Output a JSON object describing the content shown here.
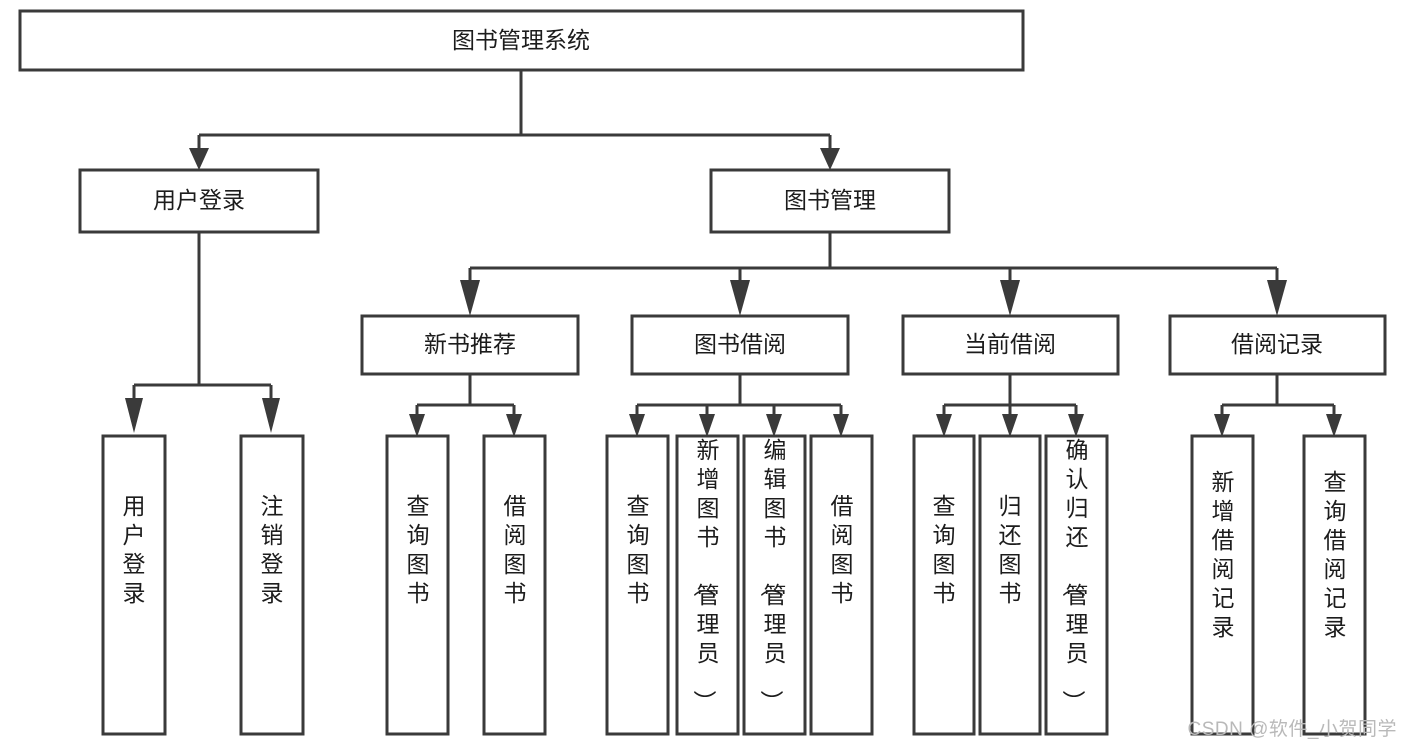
{
  "diagram": {
    "title": "图书管理系统",
    "type": "tree-hierarchy",
    "watermark": "CSDN @软件_小贺同学",
    "colors": {
      "box_stroke": "#3a3a3a",
      "box_fill": "#ffffff",
      "text": "#1c1c1c",
      "connector": "#3a3a3a",
      "watermark": "#b9b9b9",
      "background": "#ffffff"
    },
    "levels": {
      "level0": [
        {
          "id": "root",
          "label": "图书管理系统",
          "orientation": "horizontal"
        }
      ],
      "level1": [
        {
          "id": "user-login",
          "label": "用户登录",
          "orientation": "horizontal",
          "parent": "root"
        },
        {
          "id": "book-manage",
          "label": "图书管理",
          "orientation": "horizontal",
          "parent": "root"
        }
      ],
      "level2": [
        {
          "id": "new-book-rec",
          "label": "新书推荐",
          "orientation": "horizontal",
          "parent": "book-manage"
        },
        {
          "id": "book-borrow",
          "label": "图书借阅",
          "orientation": "horizontal",
          "parent": "book-manage"
        },
        {
          "id": "current-borrow",
          "label": "当前借阅",
          "orientation": "horizontal",
          "parent": "book-manage"
        },
        {
          "id": "borrow-record",
          "label": "借阅记录",
          "orientation": "horizontal",
          "parent": "book-manage"
        }
      ],
      "level3": [
        {
          "id": "leaf-user-login",
          "label": "用户登录",
          "orientation": "vertical",
          "parent": "user-login"
        },
        {
          "id": "leaf-user-logout",
          "label": "注销登录",
          "orientation": "vertical",
          "parent": "user-login"
        },
        {
          "id": "leaf-rec-query",
          "label": "查询图书",
          "orientation": "vertical",
          "parent": "new-book-rec"
        },
        {
          "id": "leaf-rec-borrow",
          "label": "借阅图书",
          "orientation": "vertical",
          "parent": "new-book-rec"
        },
        {
          "id": "leaf-borrow-query",
          "label": "查询图书",
          "orientation": "vertical",
          "parent": "book-borrow"
        },
        {
          "id": "leaf-borrow-add",
          "label": "新增图书（管理员）",
          "orientation": "vertical",
          "parent": "book-borrow"
        },
        {
          "id": "leaf-borrow-edit",
          "label": "编辑图书（管理员）",
          "orientation": "vertical",
          "parent": "book-borrow"
        },
        {
          "id": "leaf-borrow-lend",
          "label": "借阅图书",
          "orientation": "vertical",
          "parent": "book-borrow"
        },
        {
          "id": "leaf-cur-query",
          "label": "查询图书",
          "orientation": "vertical",
          "parent": "current-borrow"
        },
        {
          "id": "leaf-cur-return",
          "label": "归还图书",
          "orientation": "vertical",
          "parent": "current-borrow"
        },
        {
          "id": "leaf-cur-confirm",
          "label": "确认归还（管理员）",
          "orientation": "vertical",
          "parent": "current-borrow"
        },
        {
          "id": "leaf-rec-add",
          "label": "新增借阅记录",
          "orientation": "vertical",
          "parent": "borrow-record"
        },
        {
          "id": "leaf-rec-search",
          "label": "查询借阅记录",
          "orientation": "vertical",
          "parent": "borrow-record"
        }
      ]
    }
  }
}
